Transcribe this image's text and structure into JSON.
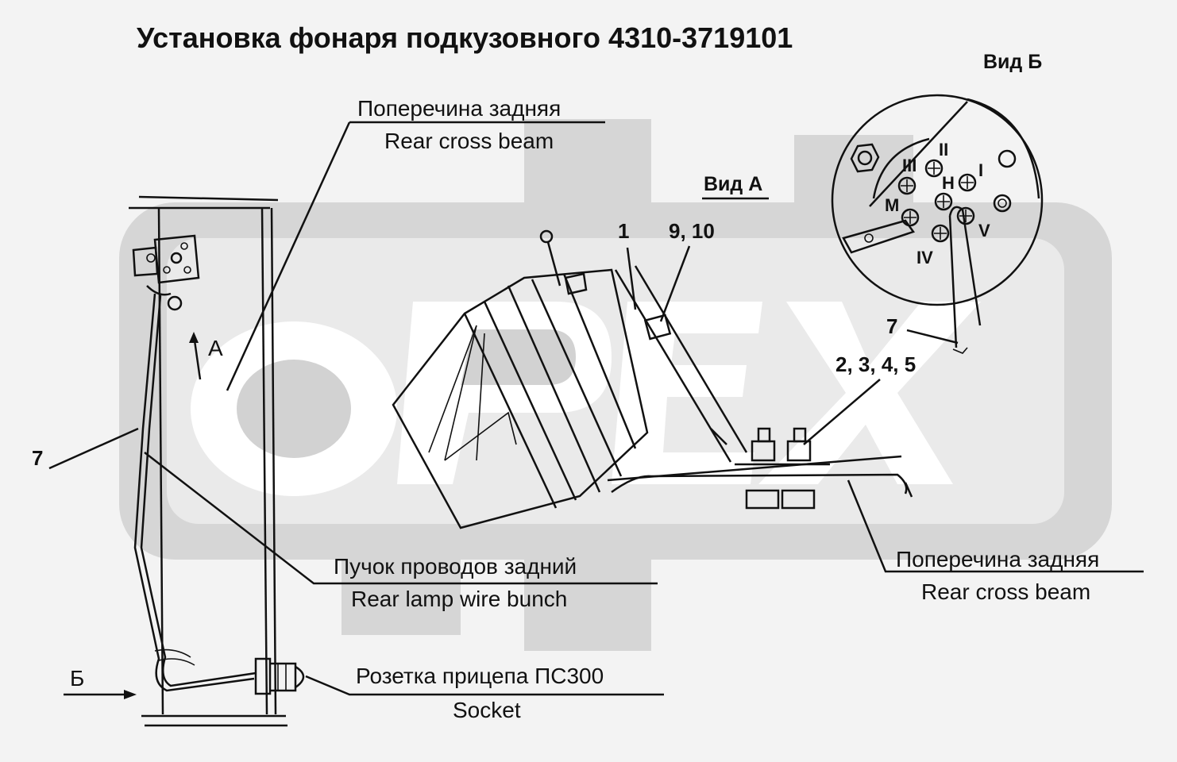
{
  "title": "Установка фонаря подкузовного 4310-3719101",
  "views": {
    "view_a": "Вид А",
    "view_b": "Вид Б",
    "arrow_a": "А",
    "arrow_b": "Б"
  },
  "callouts": {
    "rear_cross_beam_ru": "Поперечина задняя",
    "rear_cross_beam_en": "Rear cross beam",
    "wire_bunch_ru": "Пучок проводов задний",
    "wire_bunch_en": "Rear lamp wire bunch",
    "socket_ru": "Розетка прицепа ПС300",
    "socket_en": "Socket",
    "rear_cross_beam2_ru": "Поперечина задняя",
    "rear_cross_beam2_en": "Rear cross beam"
  },
  "part_numbers": {
    "p1": "1",
    "p910": "9, 10",
    "p2345": "2, 3, 4, 5",
    "p7_left": "7",
    "p7_right": "7"
  },
  "socket_pins": {
    "I": "I",
    "II": "II",
    "III": "III",
    "IV": "IV",
    "V": "V",
    "M": "М",
    "H": "Н"
  },
  "watermark": "OPEX"
}
